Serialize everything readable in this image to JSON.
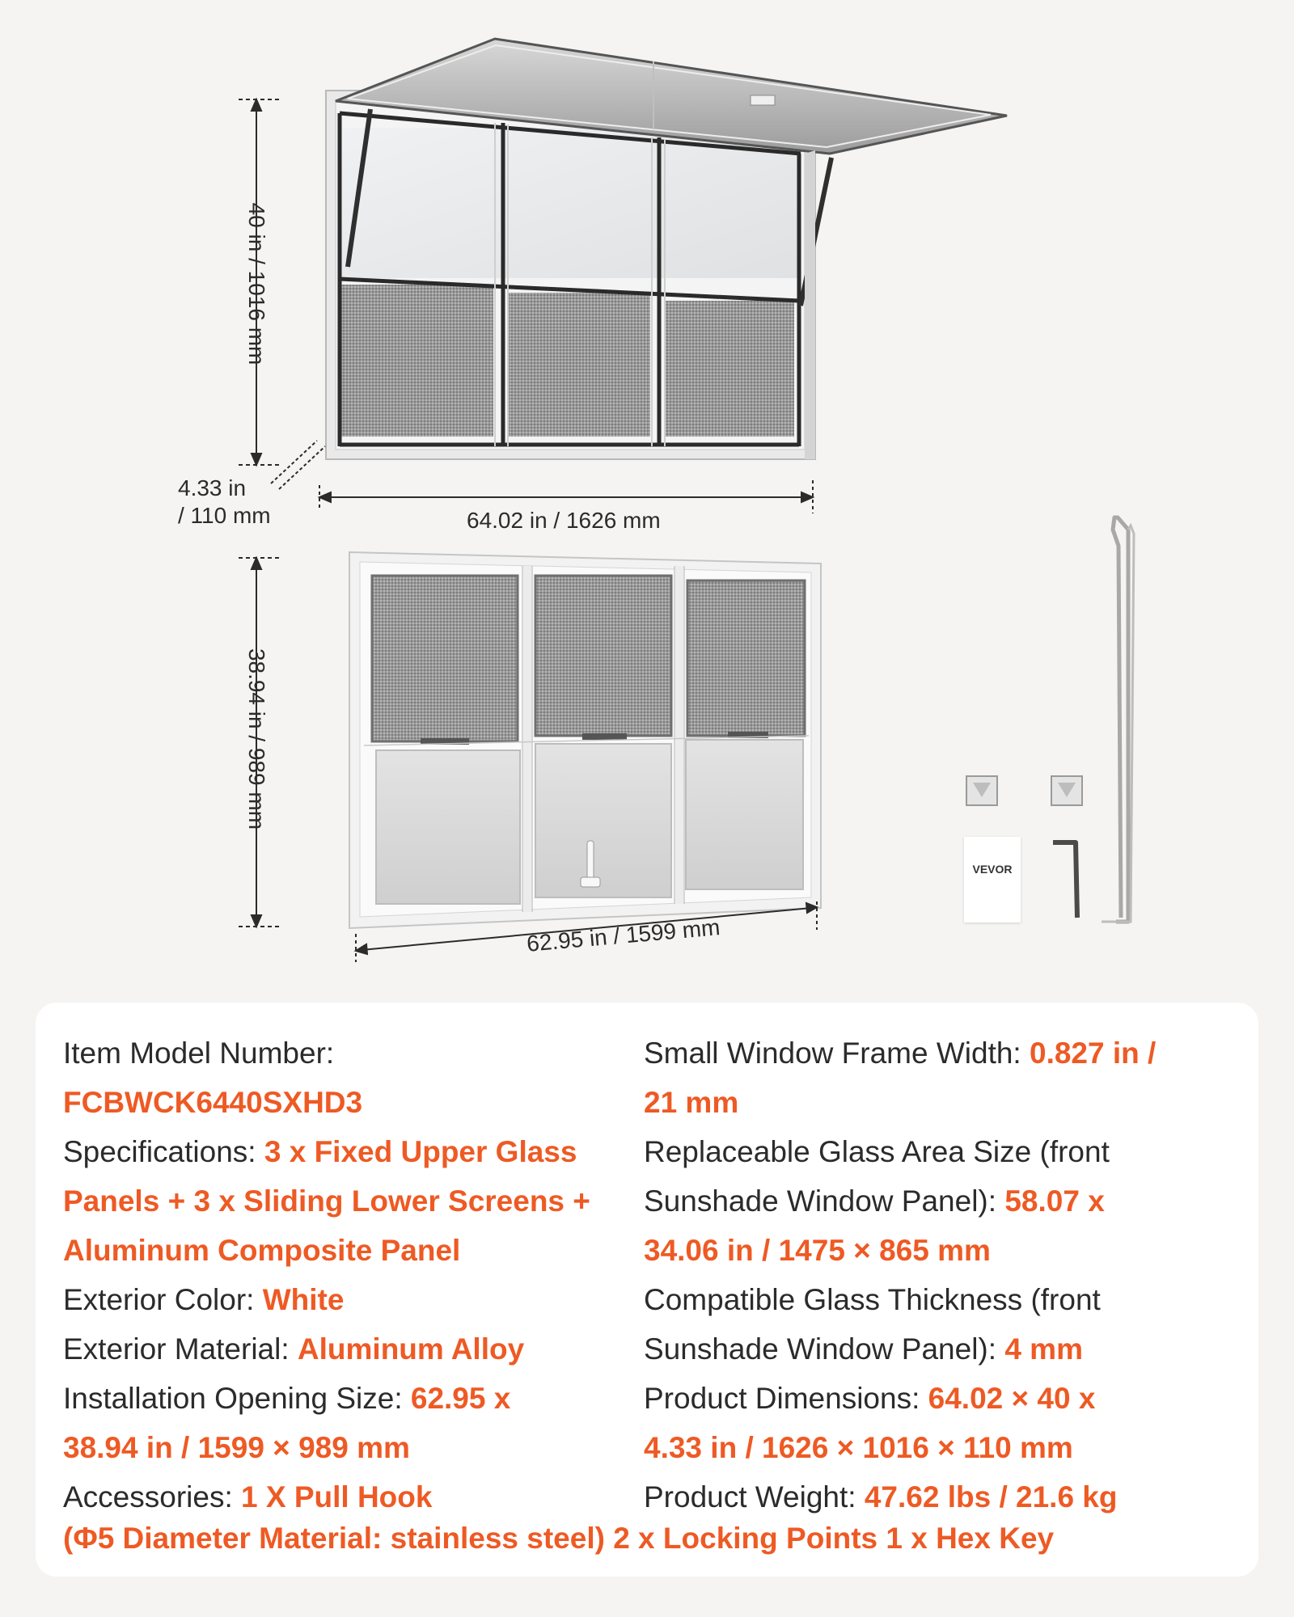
{
  "dimensions": {
    "top_height": "40 in / 1016 mm",
    "top_depth_line1": "4.33 in",
    "top_depth_line2": "/ 110 mm",
    "top_width": "64.02 in / 1626 mm",
    "bottom_height": "38.94 in / 989 mm",
    "bottom_width": "62.95 in / 1599 mm"
  },
  "accessory_card": {
    "logo": "VEVOR"
  },
  "specs": {
    "item_model_label": "Item Model Number:",
    "item_model_value": "FCBWCK6440SXHD3",
    "specifications_label": "Specifications:",
    "specifications_value_1": "3 x Fixed Upper Glass",
    "specifications_value_2": "Panels + 3 x Sliding Lower Screens +",
    "specifications_value_3": "Aluminum Composite Panel",
    "exterior_color_label": "Exterior Color:",
    "exterior_color_value": "White",
    "exterior_material_label": "Exterior Material:",
    "exterior_material_value": "Aluminum Alloy",
    "opening_size_label": "Installation Opening Size:",
    "opening_size_value_1": "62.95 x",
    "opening_size_value_2": "38.94 in / 1599 × 989 mm",
    "accessories_label": "Accessories:",
    "accessories_value_1": "1 X Pull Hook",
    "accessories_value_2": "(Φ5 Diameter Material: stainless steel)  2 x Locking Points   1 x Hex Key",
    "frame_width_label": "Small Window Frame Width:",
    "frame_width_value_1": "0.827 in /",
    "frame_width_value_2": "21 mm",
    "glass_area_label_1": "Replaceable Glass Area Size (front",
    "glass_area_label_2": "Sunshade Window Panel):",
    "glass_area_value_1": "58.07 x",
    "glass_area_value_2": "34.06 in / 1475 × 865 mm",
    "glass_thickness_label_1": "Compatible Glass Thickness (front",
    "glass_thickness_label_2": "Sunshade Window Panel):",
    "glass_thickness_value": "4 mm",
    "product_dims_label": "Product Dimensions:",
    "product_dims_value_1": "64.02 × 40 x",
    "product_dims_value_2": "4.33 in / 1626 × 1016 × 110 mm",
    "product_weight_label": "Product Weight:",
    "product_weight_value": "47.62 lbs / 21.6 kg"
  }
}
